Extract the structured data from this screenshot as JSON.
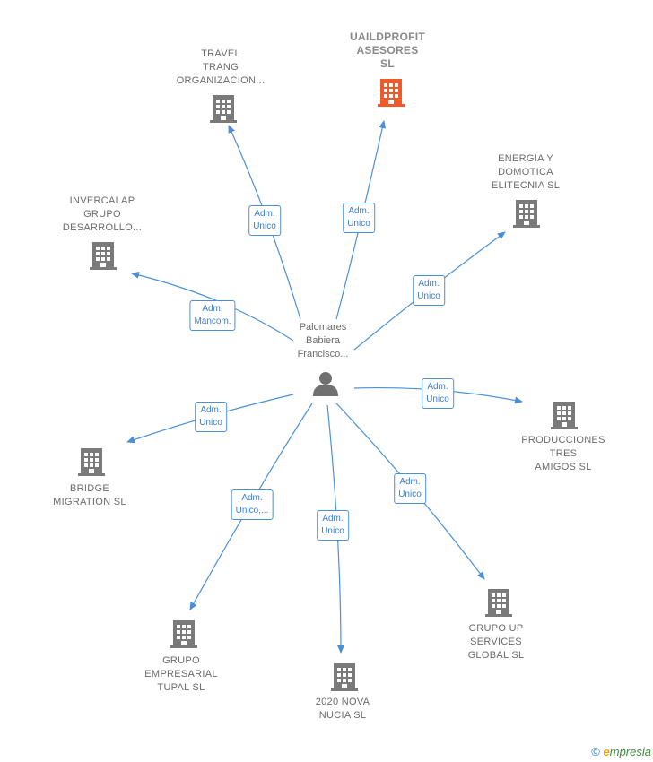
{
  "center": {
    "label_lines": [
      "Palomares",
      "Babiera",
      "Francisco..."
    ],
    "icon": "person-icon"
  },
  "nodes": [
    {
      "id": "uaildprofit",
      "label_lines": [
        "UAILDPROFIT",
        "ASESORES",
        "SL"
      ],
      "highlight": true,
      "icon": "building-icon",
      "role": [
        "Adm.",
        "Unico"
      ]
    },
    {
      "id": "travel",
      "label_lines": [
        "TRAVEL",
        "TRANG",
        "ORGANIZACION..."
      ],
      "highlight": false,
      "icon": "building-icon",
      "role": [
        "Adm.",
        "Unico"
      ]
    },
    {
      "id": "energia",
      "label_lines": [
        "ENERGIA Y",
        "DOMOTICA",
        "ELITECNIA  SL"
      ],
      "highlight": false,
      "icon": "building-icon",
      "role": [
        "Adm.",
        "Unico"
      ]
    },
    {
      "id": "invercalap",
      "label_lines": [
        "INVERCALAP",
        "GRUPO",
        "DESARROLLO..."
      ],
      "highlight": false,
      "icon": "building-icon",
      "role": [
        "Adm.",
        "Mancom."
      ]
    },
    {
      "id": "producciones",
      "label_lines": [
        "PRODUCCIONES",
        "TRES",
        "AMIGOS  SL"
      ],
      "highlight": false,
      "icon": "building-icon",
      "role": [
        "Adm.",
        "Unico"
      ]
    },
    {
      "id": "bridge",
      "label_lines": [
        "BRIDGE",
        "MIGRATION  SL"
      ],
      "highlight": false,
      "icon": "building-icon",
      "role": [
        "Adm.",
        "Unico"
      ]
    },
    {
      "id": "tupal",
      "label_lines": [
        "GRUPO",
        "EMPRESARIAL",
        "TUPAL  SL"
      ],
      "highlight": false,
      "icon": "building-icon",
      "role": [
        "Adm.",
        "Unico,..."
      ]
    },
    {
      "id": "nova",
      "label_lines": [
        "2020 NOVA",
        "NUCIA  SL"
      ],
      "highlight": false,
      "icon": "building-icon",
      "role": [
        "Adm.",
        "Unico"
      ]
    },
    {
      "id": "grupoup",
      "label_lines": [
        "GRUPO UP",
        "SERVICES",
        "GLOBAL  SL"
      ],
      "highlight": false,
      "icon": "building-icon",
      "role": [
        "Adm.",
        "Unico"
      ]
    }
  ],
  "colors": {
    "edge": "#4a90d9",
    "building": "#7a7a7a",
    "highlight": "#f05a28",
    "person": "#707070"
  },
  "brand": {
    "copyright": "©",
    "initial": "e",
    "rest": "mpresia"
  }
}
